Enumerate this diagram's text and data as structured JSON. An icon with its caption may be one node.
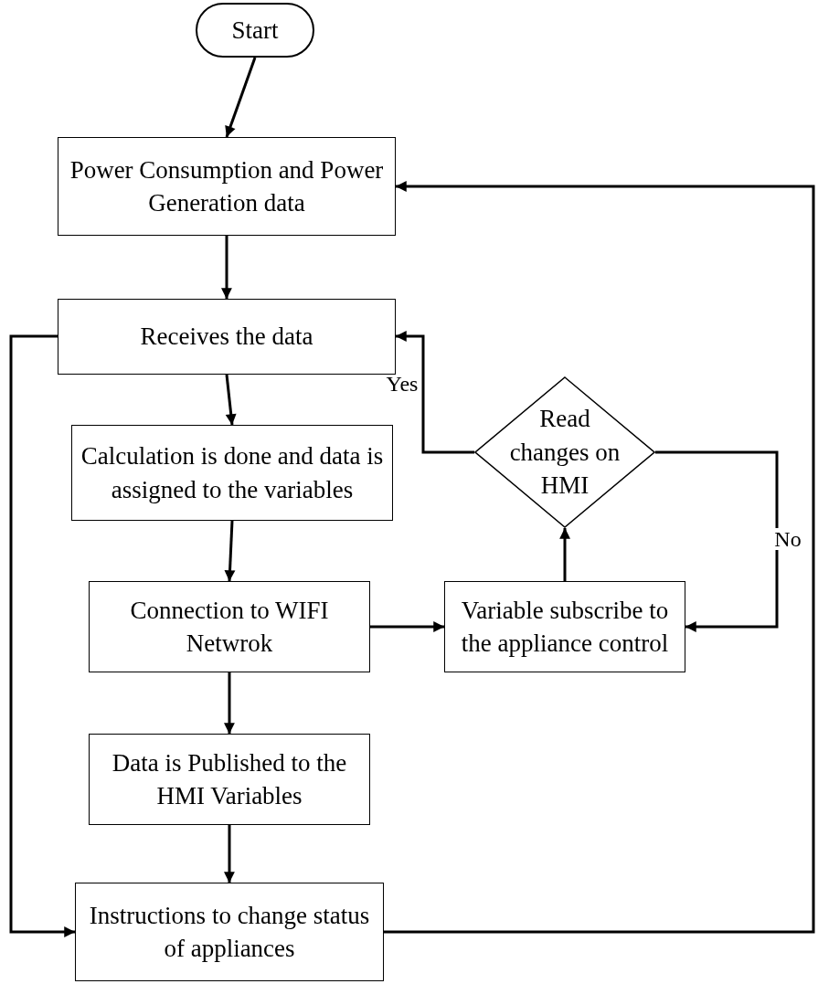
{
  "diagram": {
    "nodes": [
      {
        "text": [
          "Start"
        ]
      },
      {
        "text": [
          "Power Consumption and Power Generation data"
        ]
      },
      {
        "text": [
          "Receives the data"
        ]
      },
      {
        "text": [
          "Calculation is done and data is assigned to the variables"
        ]
      },
      {
        "text": [
          "Connection to WIFI Netwrok"
        ]
      },
      {
        "text": [
          "Data is Published to the HMI Variables"
        ]
      },
      {
        "text": [
          "Instructions to change status of appliances"
        ]
      },
      {
        "text": [
          "Read changes on HMI"
        ]
      },
      {
        "text": [
          "Variable subscribe to the appliance control"
        ]
      }
    ],
    "edges": [
      {
        "from": 0,
        "to": 1,
        "arrow": "to"
      },
      {
        "from": 1,
        "to": 2,
        "arrow": "to"
      },
      {
        "from": 2,
        "to": 3,
        "arrow": "to"
      },
      {
        "from": 3,
        "to": 4,
        "arrow": "to"
      },
      {
        "from": 4,
        "to": 5,
        "arrow": "to"
      },
      {
        "from": 5,
        "to": 6,
        "arrow": "to"
      },
      {
        "from": 4,
        "to": 8,
        "arrow": "to"
      },
      {
        "from": 8,
        "to": 7,
        "arrow": "to"
      },
      {
        "from": 7,
        "to": 2,
        "arrow": "to",
        "label": "Yes"
      },
      {
        "from": 7,
        "to": 8,
        "arrow": "to",
        "label": "No"
      },
      {
        "from": 2,
        "to": 6,
        "arrow": "to"
      },
      {
        "from": 6,
        "to": 1,
        "arrow": "to"
      }
    ]
  }
}
